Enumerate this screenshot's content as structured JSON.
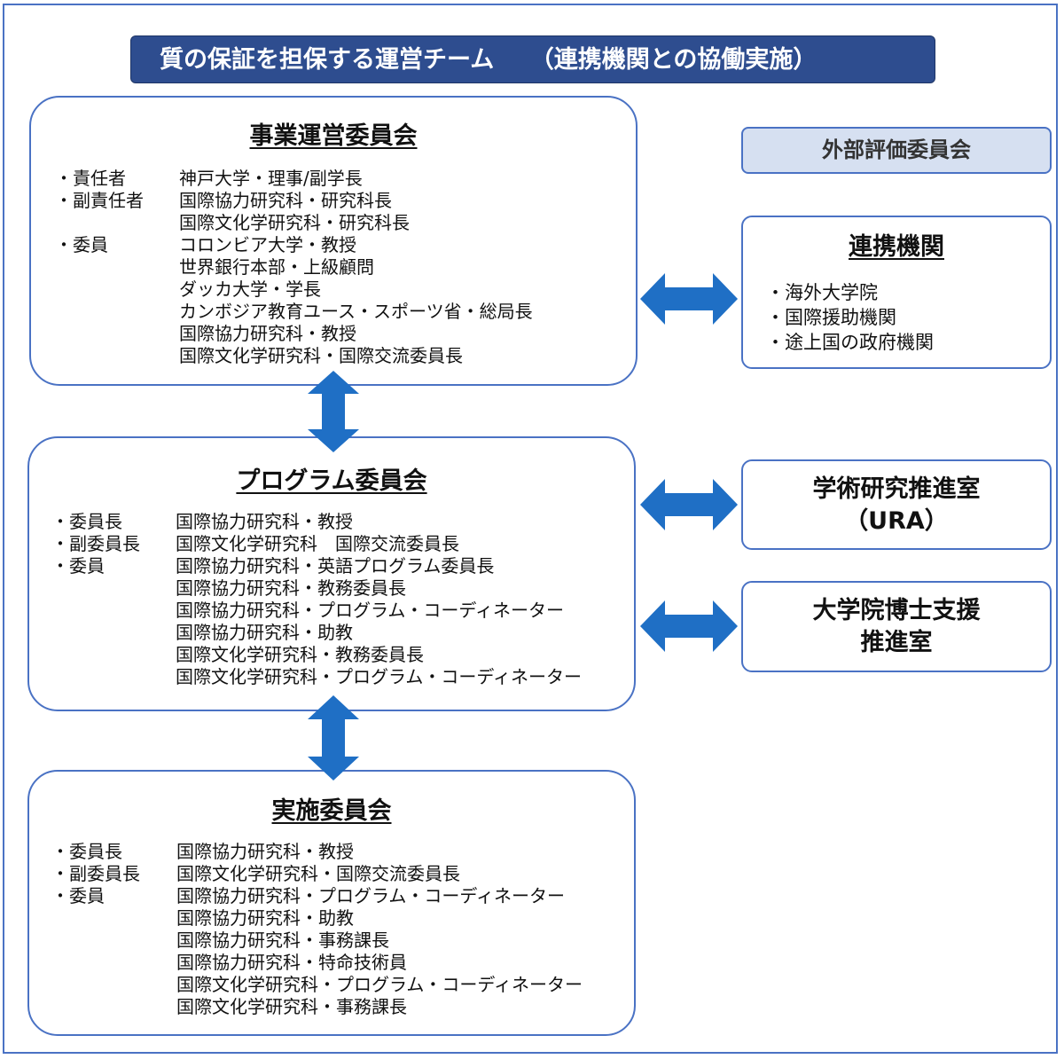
{
  "title": "質の保証を担保する運営チーム　　（連携機関との協働実施）",
  "external_eval": "外部評価委員会",
  "business_committee": {
    "title": "事業運営委員会",
    "rows": [
      {
        "role": "・責任者",
        "member": "神戸大学・理事/副学長"
      },
      {
        "role": "・副責任者",
        "member": "国際協力研究科・研究科長"
      },
      {
        "role": "",
        "member": "国際文化学研究科・研究科長"
      },
      {
        "role": "・委員",
        "member": "コロンビア大学・教授"
      },
      {
        "role": "",
        "member": "世界銀行本部・上級顧問"
      },
      {
        "role": "",
        "member": "ダッカ大学・学長"
      },
      {
        "role": "",
        "member": "カンボジア教育ユース・スポーツ省・総局長"
      },
      {
        "role": "",
        "member": "国際協力研究科・教授"
      },
      {
        "role": "",
        "member": "国際文化学研究科・国際交流委員長"
      }
    ]
  },
  "program_committee": {
    "title": "プログラム委員会",
    "rows": [
      {
        "role": "・委員長",
        "member": "国際協力研究科・教授"
      },
      {
        "role": "・副委員長",
        "member": "国際文化学研究科　国際交流委員長"
      },
      {
        "role": "・委員",
        "member": "国際協力研究科・英語プログラム委員長"
      },
      {
        "role": "",
        "member": "国際協力研究科・教務委員長"
      },
      {
        "role": "",
        "member": "国際協力研究科・プログラム・コーディネーター"
      },
      {
        "role": "",
        "member": "国際協力研究科・助教"
      },
      {
        "role": "",
        "member": "国際文化学研究科・教務委員長"
      },
      {
        "role": "",
        "member": "国際文化学研究科・プログラム・コーディネーター"
      }
    ]
  },
  "implementation_committee": {
    "title": "実施委員会",
    "rows": [
      {
        "role": "・委員長",
        "member": "国際協力研究科・教授"
      },
      {
        "role": "・副委員長",
        "member": "国際文化学研究科・国際交流委員長"
      },
      {
        "role": "・委員",
        "member": "国際協力研究科・プログラム・コーディネーター"
      },
      {
        "role": "",
        "member": "国際協力研究科・助教"
      },
      {
        "role": "",
        "member": "国際協力研究科・事務課長"
      },
      {
        "role": "",
        "member": "国際協力研究科・特命技術員"
      },
      {
        "role": "",
        "member": "国際文化学研究科・プログラム・コーディネーター"
      },
      {
        "role": "",
        "member": "国際文化学研究科・事務課長"
      }
    ]
  },
  "partners": {
    "title": "連携機関",
    "items": [
      "・海外大学院",
      "・国際援助機関",
      "・途上国の政府機関"
    ]
  },
  "research_office": {
    "line1": "学術研究推進室",
    "line2": "（URA）"
  },
  "doctoral_office": {
    "line1": "大学院博士支援",
    "line2": "推進室"
  },
  "colors": {
    "accent": "#2e4d8f",
    "border": "#4a72c4",
    "arrow": "#1f6fc5",
    "eval_bg": "#d6e0f1"
  }
}
